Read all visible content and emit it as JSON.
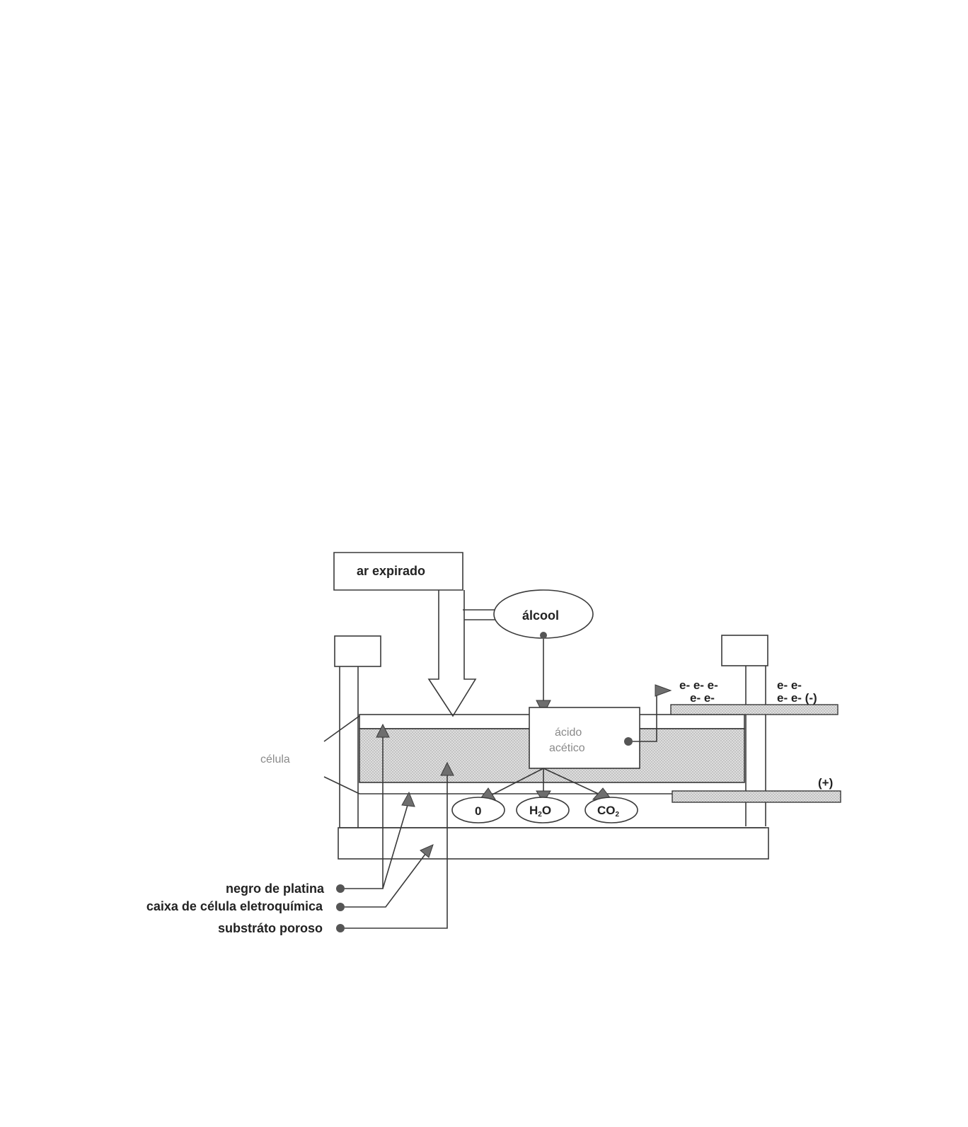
{
  "labels": {
    "exhaled_air": "ar expirado",
    "alcohol": "álcool",
    "acetic_acid_line1": "ácido",
    "acetic_acid_line2": "acético",
    "cell": "célula",
    "electrons_left_row1": "e- e- e-",
    "electrons_left_row2": "e- e-",
    "electrons_right_row1": "e- e-",
    "electrons_right_row2": "e- e- (-)",
    "positive_terminal": "(+)",
    "product_oxygen": "0",
    "product_water_main": "H",
    "product_water_sub": "2",
    "product_water_end": "O",
    "product_co2_main": "CO",
    "product_co2_sub": "2",
    "platinum_black": "negro de platina",
    "cell_housing": "caixa de célula eletroquímica",
    "porous_substrate": "substráto poroso"
  },
  "colors": {
    "line": "#3a3a3a",
    "electrolyte_fill": "#d6d6d6",
    "electrode_fill": "#c8c8c8",
    "arrowhead": "#6e6e6e",
    "text": "#222222",
    "faint_text": "#8a8a8a"
  }
}
